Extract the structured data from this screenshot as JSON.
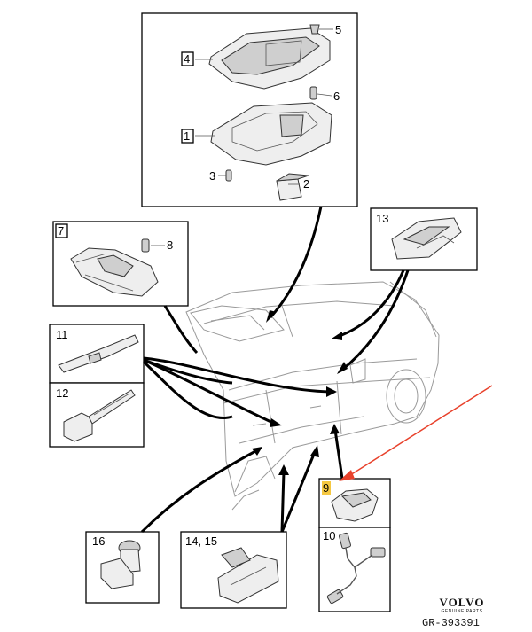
{
  "diagram": {
    "callouts": {
      "c1": "1",
      "c2": "2",
      "c3": "3",
      "c4": "4",
      "c5": "5",
      "c6": "6",
      "c7": "7",
      "c8": "8",
      "c9": "9",
      "c10": "10",
      "c11": "11",
      "c12": "12",
      "c13": "13",
      "c14_15": "14, 15",
      "c16": "16"
    },
    "colors": {
      "line": "#000000",
      "highlight": "#f5c842",
      "pointer": "#e8412b"
    }
  },
  "brand": {
    "logo": "VOLVO",
    "subtitle": "GENUINE PARTS",
    "code": "GR-393391"
  }
}
